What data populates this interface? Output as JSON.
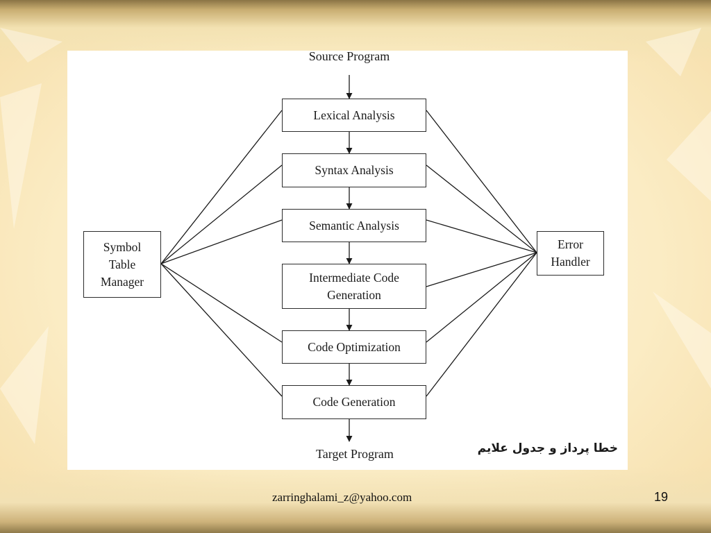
{
  "diagram": {
    "source_label": "Source Program",
    "target_label": "Target Program",
    "phases": [
      {
        "lines": [
          "Lexical Analysis"
        ]
      },
      {
        "lines": [
          "Syntax Analysis"
        ]
      },
      {
        "lines": [
          "Semantic Analysis"
        ]
      },
      {
        "lines": [
          "Intermediate Code",
          "Generation"
        ]
      },
      {
        "lines": [
          "Code Optimization"
        ]
      },
      {
        "lines": [
          "Code Generation"
        ]
      }
    ],
    "symbol_table": {
      "lines": [
        "Symbol",
        "Table",
        "Manager"
      ]
    },
    "error_handler": {
      "lines": [
        "Error",
        "Handler"
      ]
    },
    "caption": "خطا پرداز و جدول علایم"
  },
  "footer": {
    "email": "zarringhalami_z@yahoo.com",
    "page_number": "19"
  }
}
